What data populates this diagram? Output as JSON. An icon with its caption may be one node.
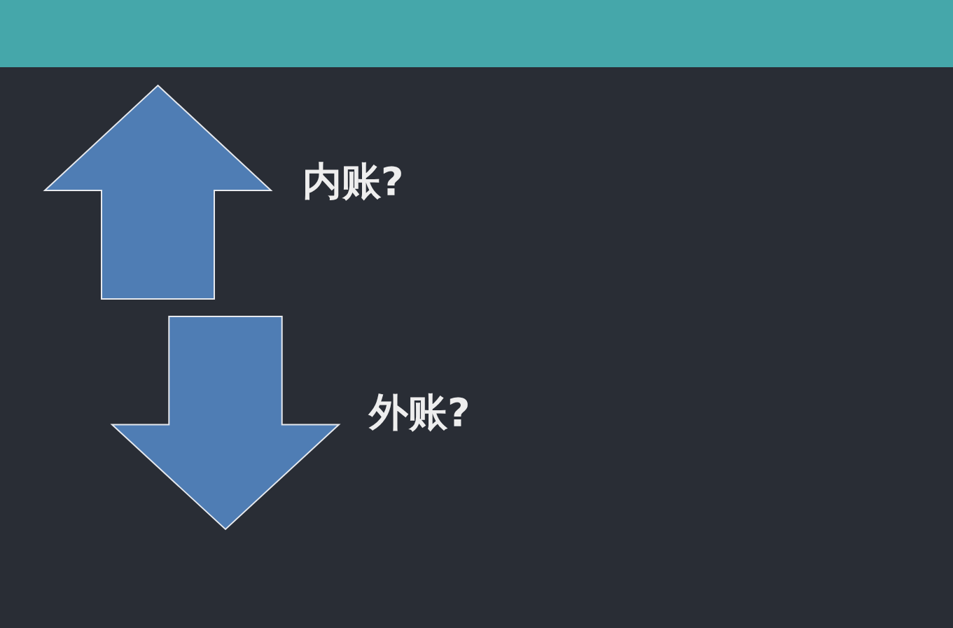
{
  "diagram": {
    "nodes": [
      {
        "text": [],
        "shape": "arrow",
        "beside": [
          "内账?"
        ]
      },
      {
        "text": [],
        "shape": "arrow",
        "beside": [
          "外账?"
        ]
      }
    ]
  }
}
